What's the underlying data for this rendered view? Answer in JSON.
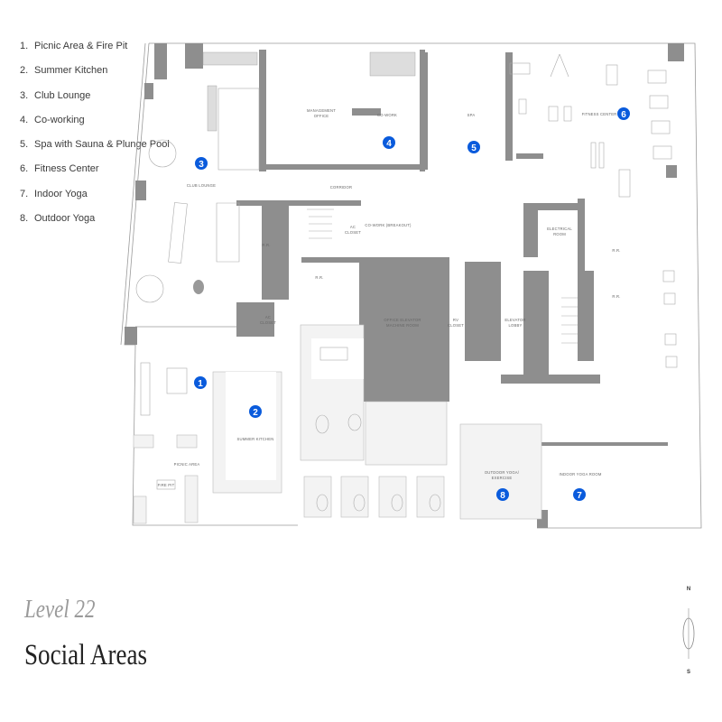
{
  "legend": [
    {
      "num": "1.",
      "label": "Picnic Area & Fire Pit"
    },
    {
      "num": "2.",
      "label": "Summer Kitchen"
    },
    {
      "num": "3.",
      "label": "Club Lounge"
    },
    {
      "num": "4.",
      "label": "Co-working"
    },
    {
      "num": "5.",
      "label": "Spa with Sauna & Plunge Pool"
    },
    {
      "num": "6.",
      "label": "Fitness Center"
    },
    {
      "num": "7.",
      "label": "Indoor Yoga"
    },
    {
      "num": "8.",
      "label": "Outdoor Yoga"
    }
  ],
  "rooms": {
    "club_lounge": "CLUB LOUNGE",
    "management_office_1": "MANAGEMENT",
    "management_office_2": "OFFICE",
    "co_work": "CO-WORK",
    "corridor": "CORRIDOR",
    "spa": "SPA",
    "fitness_center": "FITNESS CENTER",
    "ac_closet_1": "AC",
    "ac_closet_2": "CLOSET",
    "co_work_breakout": "CO-WORK (BREAKOUT)",
    "rr": "R.R.",
    "electrical_1": "ELECTRICAL",
    "electrical_2": "ROOM",
    "machine_1": "OFFICE ELEVATOR",
    "machine_2": "MACHINE ROOM",
    "rv_1": "RV",
    "rv_2": "CLOSET",
    "lobby_1": "ELEVATOR",
    "lobby_2": "LOBBY",
    "summer_kitchen": "SUMMER KITCHEN",
    "picnic_area": "PICNIC AREA",
    "fire_pit": "FIRE PIT",
    "outdoor_yoga_1": "OUTDOOR YOGA/",
    "outdoor_yoga_2": "EXERCISE",
    "indoor_yoga": "INDOOR YOGA ROOM"
  },
  "markers": [
    "1",
    "2",
    "3",
    "4",
    "5",
    "6",
    "7",
    "8"
  ],
  "marker_color": "#0a5bdc",
  "footer": {
    "level": "Level 22",
    "title": "Social Areas"
  },
  "compass": {
    "north": "N",
    "south": "S"
  }
}
